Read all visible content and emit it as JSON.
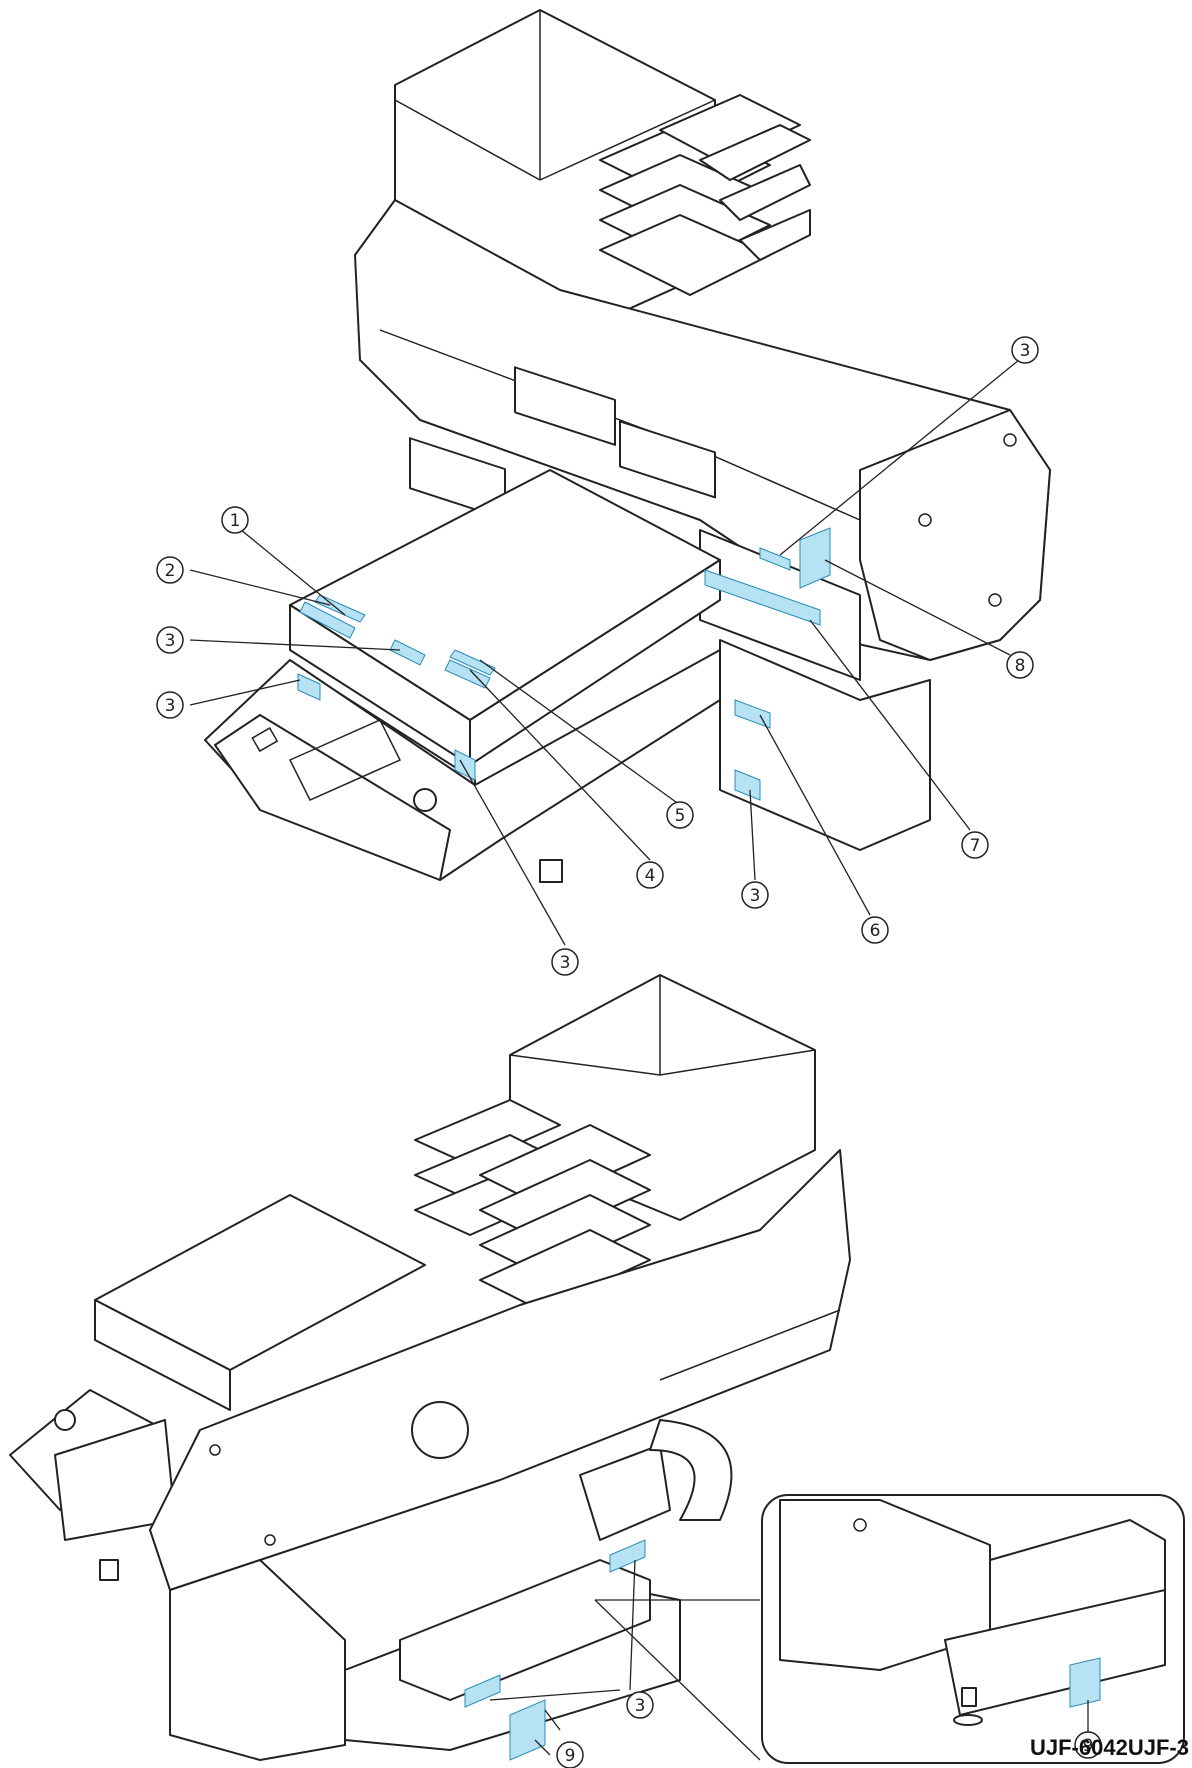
{
  "callouts": [
    {
      "id": "c1",
      "label": "1"
    },
    {
      "id": "c2",
      "label": "2"
    },
    {
      "id": "c3a",
      "label": "3"
    },
    {
      "id": "c3b",
      "label": "3"
    },
    {
      "id": "c3c",
      "label": "3"
    },
    {
      "id": "c3d",
      "label": "3"
    },
    {
      "id": "c3e",
      "label": "3"
    },
    {
      "id": "c4",
      "label": "4"
    },
    {
      "id": "c5",
      "label": "5"
    },
    {
      "id": "c6",
      "label": "6"
    },
    {
      "id": "c7",
      "label": "7"
    },
    {
      "id": "c8",
      "label": "8"
    },
    {
      "id": "c3f",
      "label": "3"
    },
    {
      "id": "c9a",
      "label": "9"
    },
    {
      "id": "c9b",
      "label": "9"
    }
  ],
  "model_label": "UJF-6042UJF-3",
  "colors": {
    "label_fill": "#b7e2f3",
    "label_stroke": "#2a8cb8",
    "line": "#222222"
  }
}
